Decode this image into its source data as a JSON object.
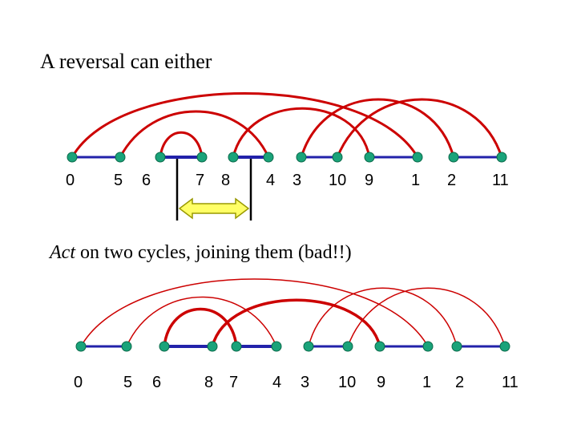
{
  "title": "A reversal can either",
  "subtitle_em": "Act",
  "subtitle_rest": " on two cycles, joining them (bad!!)",
  "top_labels": [
    "0",
    "5",
    "6",
    "7",
    "8",
    "4",
    "3",
    "10",
    "9",
    "1",
    "2",
    "11"
  ],
  "bottom_labels": [
    "0",
    "5",
    "6",
    "8",
    "7",
    "4",
    "3",
    "10",
    "9",
    "1",
    "2",
    "11"
  ],
  "colors": {
    "arc": "#cc0000",
    "edge": "#2222aa",
    "node_fill": "#1aa37a",
    "node_stroke": "#0b6a4a",
    "arrow_fill": "#ffff66",
    "arrow_stroke": "#999900"
  }
}
